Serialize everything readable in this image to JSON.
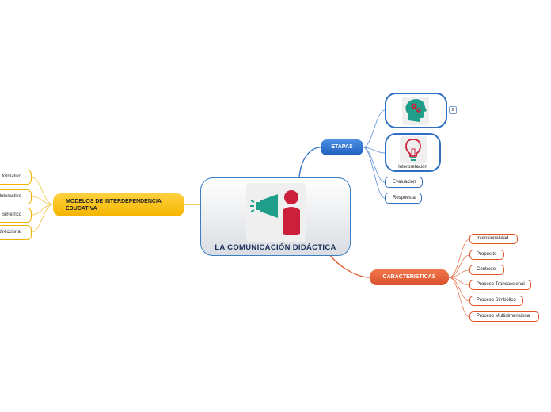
{
  "central": {
    "title": "LA COMUNICACIÓN DIDÁCTICA",
    "image_icon": "megaphone-person-icon"
  },
  "branches": [
    {
      "label": "ETAPAS",
      "color": "#1f5fc0",
      "children": [
        {
          "label": "",
          "icon": "head-gears-icon",
          "count_badge": "2"
        },
        {
          "label": "Interpretación",
          "icon": "light-bulb-icon"
        },
        {
          "label": "Evaluación"
        },
        {
          "label": "Respuesta"
        }
      ]
    },
    {
      "label": "CARÁCTERISTICAS",
      "color": "#e0542a",
      "children": [
        {
          "label": "Intencionalidad"
        },
        {
          "label": "Propósito"
        },
        {
          "label": "Contexto"
        },
        {
          "label": "Proceso Transaccional"
        },
        {
          "label": "Proceso Simbólico"
        },
        {
          "label": "Proceso Multidimensional"
        }
      ]
    },
    {
      "label": "MODELOS DE INTERDEPENDENCIA EDUCATIVA",
      "color": "#f5b400",
      "children": [
        {
          "label": "formativo"
        },
        {
          "label": "Interactivo"
        },
        {
          "label": "o Simetrico"
        },
        {
          "label": "direccional"
        }
      ]
    }
  ]
}
